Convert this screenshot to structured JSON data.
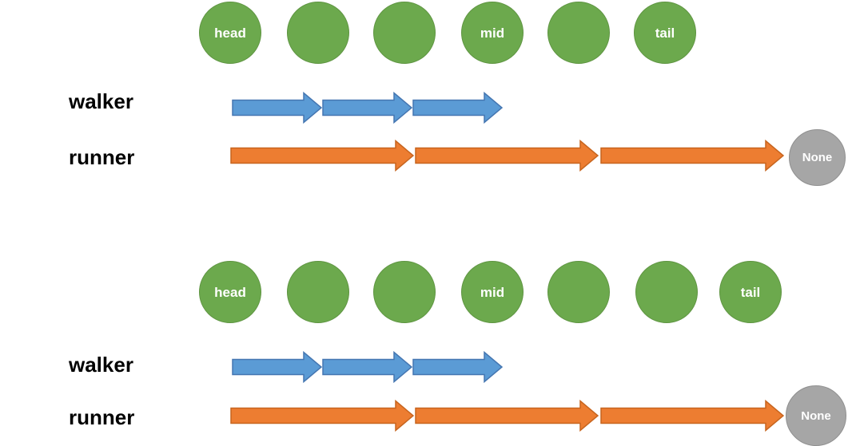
{
  "colors": {
    "background": "#FFFFFF",
    "node_fill": "#6CA94D",
    "node_border": "#5E9441",
    "node_text": "#FFFFFF",
    "walker_fill": "#5B9BD5",
    "walker_border": "#4576B1",
    "runner_fill": "#ED7D31",
    "runner_border": "#C7651F",
    "none_fill": "#A6A6A6",
    "none_border": "#909090",
    "label_text": "#000000"
  },
  "diagrams": [
    {
      "id": "even-length-list",
      "nodes": [
        "head",
        "",
        "",
        "mid",
        "",
        "tail"
      ],
      "walker": {
        "label": "walker",
        "arrow_count": 3
      },
      "runner": {
        "label": "runner",
        "arrow_count": 3,
        "terminal_label": "None"
      }
    },
    {
      "id": "odd-length-list",
      "nodes": [
        "head",
        "",
        "",
        "mid",
        "",
        "",
        "tail"
      ],
      "walker": {
        "label": "walker",
        "arrow_count": 3
      },
      "runner": {
        "label": "runner",
        "arrow_count": 3,
        "terminal_label": "None"
      }
    }
  ]
}
